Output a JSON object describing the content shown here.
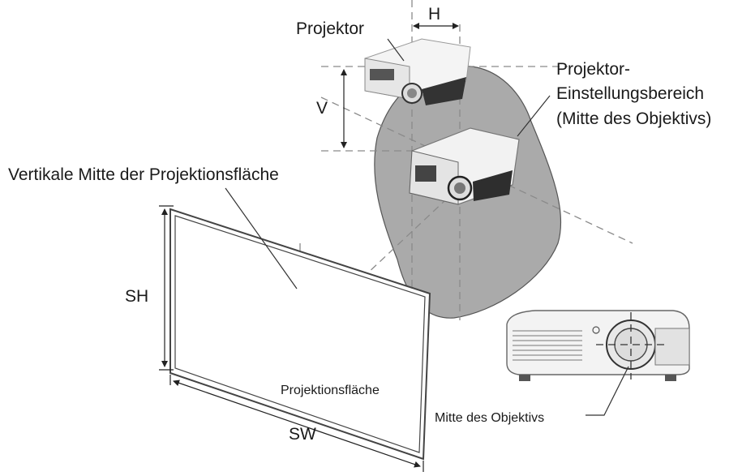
{
  "labels": {
    "projector": "Projektor",
    "h": "H",
    "v": "V",
    "range_line1": "Projektor-",
    "range_line2": "Einstellungsbereich",
    "range_line3": "(Mitte des Objektivs)",
    "vertical_center": "Vertikale Mitte der Projektionsfläche",
    "sh": "SH",
    "sw": "SW",
    "screen": "Projektionsfläche",
    "lens_center": "Mitte des Objektivs"
  },
  "colors": {
    "range_fill": "#aaaaaa",
    "screen_frame": "#444444",
    "projector_body": "#f2f2f2"
  }
}
